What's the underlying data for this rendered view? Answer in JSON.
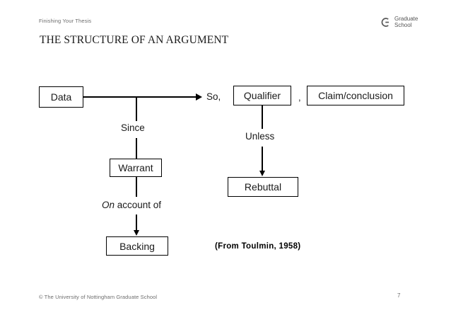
{
  "header": {
    "section_label": "Finishing Your Thesis",
    "logo": {
      "icon": "graduate-school-g-mark",
      "line1": "Graduate",
      "line2": "School"
    }
  },
  "title": "THE STRUCTURE OF AN ARGUMENT",
  "diagram": {
    "boxes": {
      "data": "Data",
      "qualifier": "Qualifier",
      "claim": "Claim/conclusion",
      "warrant": "Warrant",
      "backing": "Backing",
      "rebuttal": "Rebuttal"
    },
    "labels": {
      "so": "So,",
      "comma": ",",
      "since": "Since",
      "on_account_of_italic": "On",
      "on_account_of_rest": " account of",
      "unless": "Unless"
    },
    "citation": "(From Toulmin, 1958)"
  },
  "footer": {
    "copyright": "© The University of Nottingham Graduate School",
    "page_number": "7"
  },
  "colors": {
    "ink": "#000000",
    "muted": "#6d6d6d",
    "title": "#1b1b1b",
    "page_bg": "#ffffff"
  }
}
